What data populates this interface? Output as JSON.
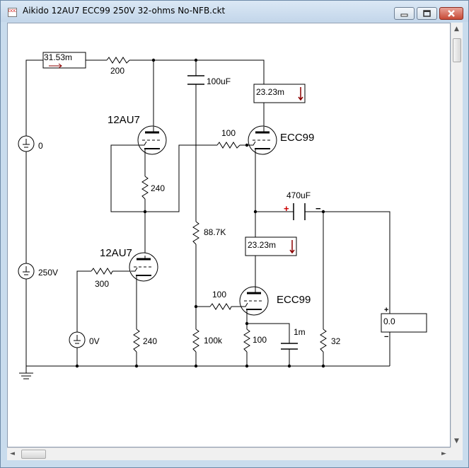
{
  "window": {
    "title": "Aikido 12AU7 ECC99 250V 32-ohms No-NFB.ckt",
    "icon_text": "DOC",
    "icon_name": "circuit-document-icon"
  },
  "circuit": {
    "meters": {
      "input_current": "31.53m",
      "top_tube_current": "23.23m",
      "bottom_tube_current": "23.23m",
      "output_voltage": "0.0"
    },
    "sources": {
      "input_signal": "0",
      "supply": "250V",
      "bias": "0V"
    },
    "tubes": {
      "upper_left": "12AU7",
      "lower_left": "12AU7",
      "upper_right": "ECC99",
      "lower_right": "ECC99"
    },
    "resistors": {
      "input": "200",
      "upper_left_cathode": "240",
      "lower_left_grid": "300",
      "lower_left_cathode": "240",
      "upper_right_grid": "100",
      "divider_top": "88.7K",
      "divider_bottom": "100k",
      "lower_right_grid": "100",
      "lower_right_cathode": "100",
      "load": "32"
    },
    "capacitors": {
      "coupling_top": "100uF",
      "output": "470uF",
      "cathode_bypass": "1m"
    },
    "polarity": {
      "plus": "+",
      "minus": "−"
    }
  },
  "scrollbars": {
    "up_arrow": "▲",
    "down_arrow": "▼",
    "left_arrow": "◄",
    "right_arrow": "►"
  },
  "colors": {
    "wire": "#000000",
    "polarity_plus": "#cc0000",
    "current_arrow": "#8b0000",
    "close_button": "#c74a36"
  }
}
